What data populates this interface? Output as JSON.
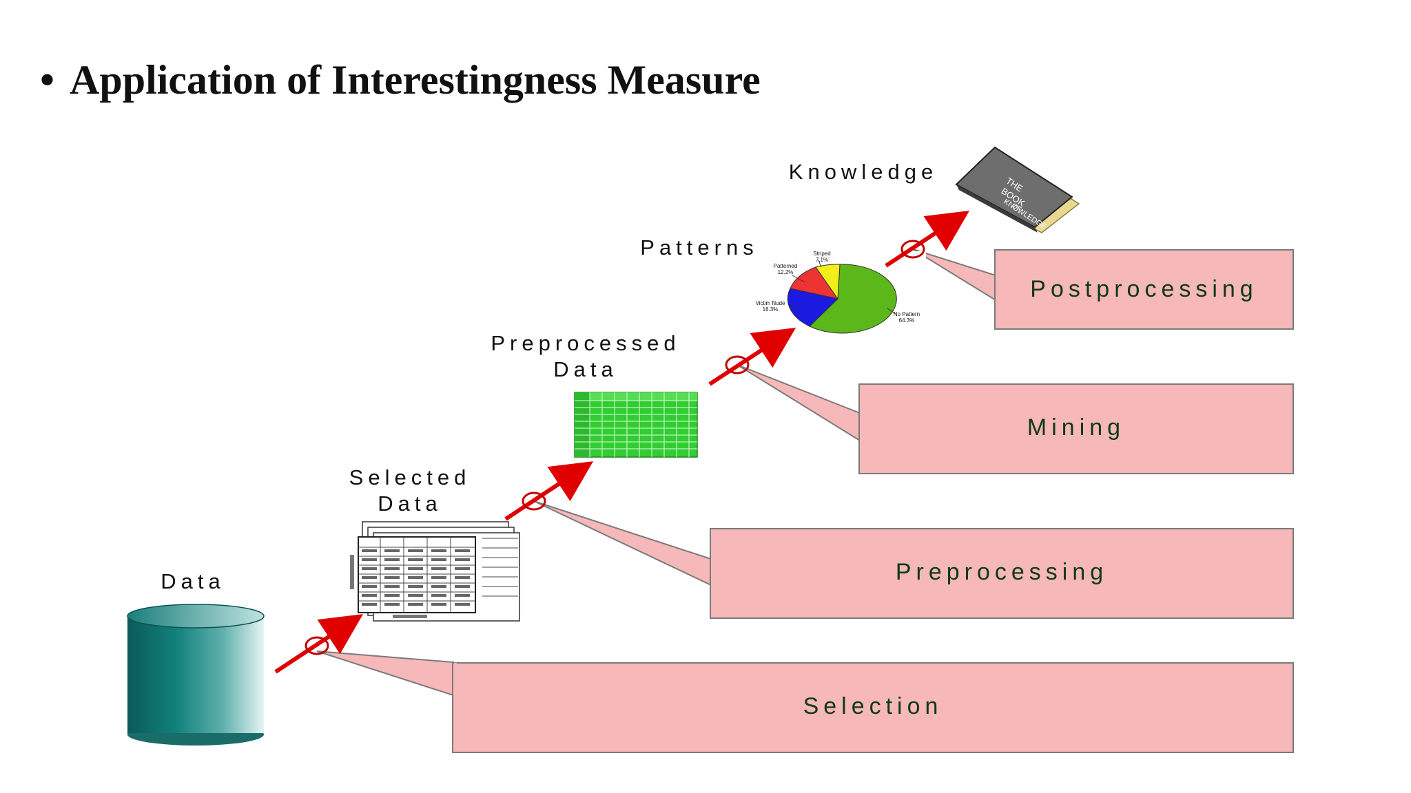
{
  "slide": {
    "bullet": "•",
    "title": "Application of Interestingness Measure"
  },
  "stages": {
    "data": "Data",
    "selected_line1": "Selected",
    "selected_line2": "Data",
    "preprocessed_line1": "Preprocessed",
    "preprocessed_line2": "Data",
    "patterns": "Patterns",
    "knowledge": "Knowledge"
  },
  "steps": {
    "selection": "Selection",
    "preprocessing": "Preprocessing",
    "mining": "Mining",
    "postprocessing": "Postprocessing"
  },
  "pie": {
    "striped": "Striped",
    "striped_pct": "7.1%",
    "patterned": "Patterned",
    "patterned_pct": "12.2%",
    "victim": "Victim Nude",
    "victim_pct": "16.3%",
    "nopattern": "No Pattern",
    "nopattern_pct": "64.3%"
  },
  "book": {
    "line1": "THE",
    "line2": "BOOK",
    "line3": "OF",
    "line4": "KNOWLEDGE"
  },
  "colors": {
    "callout_fill": "#f6b8b8",
    "arrow": "#e00000",
    "cylinder": "#0e6e6a",
    "grid_green": "#33cc33",
    "pie_green": "#5cb81a",
    "pie_blue": "#1a1ae0",
    "pie_red": "#ee3333",
    "pie_yellow": "#f2ee1a"
  }
}
